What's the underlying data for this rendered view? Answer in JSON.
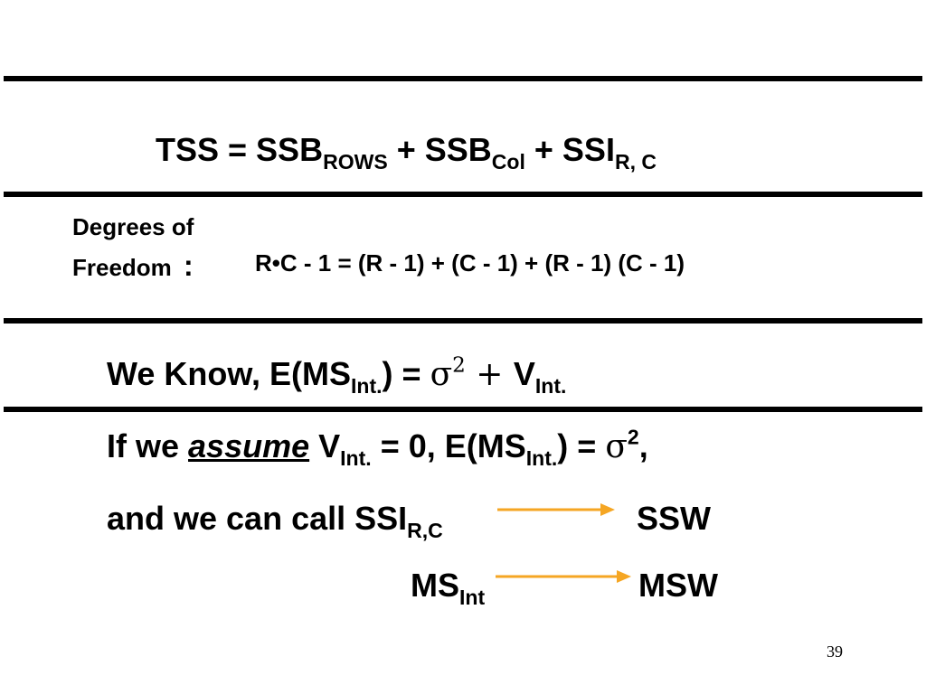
{
  "slide": {
    "tss_equation": {
      "lhs": "TSS = SSB",
      "rows_sub": "ROWS",
      "plus1": " + SSB",
      "col_sub": "Col",
      "plus2": " + SSI",
      "rc_sub": "R, C"
    },
    "dof": {
      "label_line1": "Degrees of",
      "label_line2": "Freedom",
      "colon": ":",
      "total": "R•C - 1",
      "equals_part": " = (R - 1) + (C - 1) + (R - 1) (C - 1)"
    },
    "know_line": {
      "prefix": "We Know, E(MS",
      "int_sub": "Int.",
      "mid": ") = ",
      "sigma": "σ",
      "sigma_exp": "2",
      "plus": " + ",
      "v": "V",
      "v_sub": "Int."
    },
    "assume_line": {
      "prefix": "If we ",
      "assume": "assume",
      "v": " V",
      "v_sub": "Int.",
      "mid": " = 0, E(MS",
      "ms_sub": "Int.",
      "end": ") = ",
      "sigma": "σ",
      "sigma_exp": "2",
      "comma": ","
    },
    "call_line": {
      "prefix": "and we can call SSI",
      "sub": "R,C",
      "target": "SSW"
    },
    "ms_line": {
      "ms": "MS",
      "sub": "Int",
      "target": "MSW"
    },
    "page_number": "39",
    "arrow_color": "#F5A623"
  }
}
